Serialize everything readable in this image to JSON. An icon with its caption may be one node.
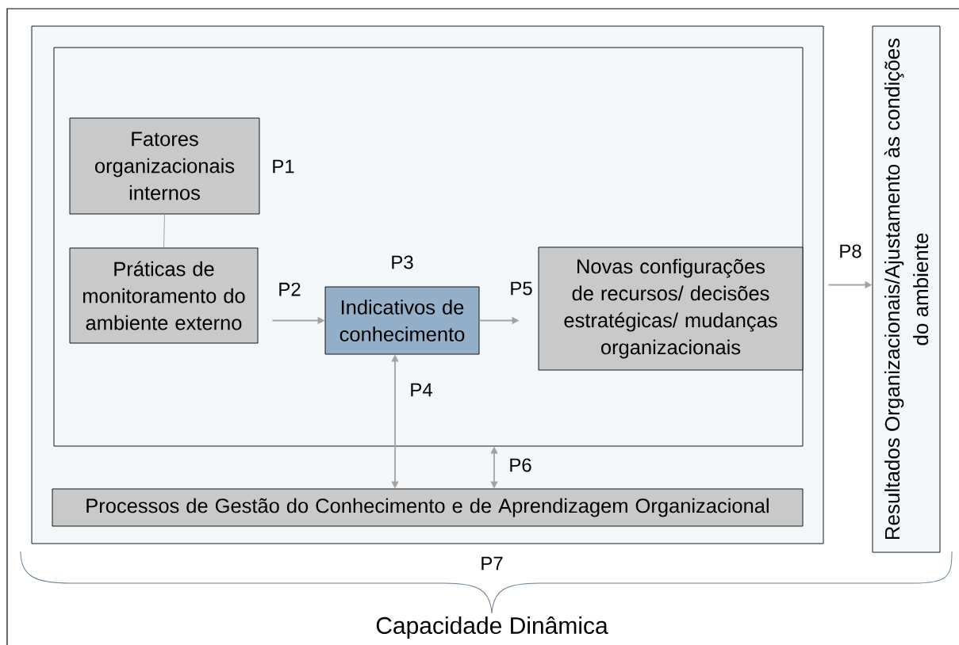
{
  "diagram": {
    "nodes": [
      {
        "text": [],
        "shape": "box"
      },
      {
        "text": [],
        "shape": "box",
        "in": 0
      },
      {
        "text": [
          "Fatores organizacionais internos"
        ],
        "in": 1
      },
      {
        "text": [
          "Práticas de monitoramento do ambiente externo"
        ],
        "in": 1
      },
      {
        "text": [
          "Indicativos de conhecimento"
        ],
        "in": 1
      },
      {
        "text": [
          "Novas configurações de recursos/ decisões estratégicas/ mudanças organizacionais"
        ],
        "in": 1
      },
      {
        "text": [
          "Processos de Gestão do Conhecimento e de Aprendizagem Organizacional"
        ],
        "in": 0
      },
      {
        "text": [
          "Resultados Organizacionais/Ajustamento às condições do ambiente"
        ]
      }
    ],
    "edges": [
      {
        "from": 2,
        "to": 3,
        "arrow": "none"
      },
      {
        "from": 3,
        "to": 4,
        "arrow": "to",
        "label": "P2"
      },
      {
        "from": 4,
        "to": 5,
        "arrow": "to",
        "label": "P5"
      },
      {
        "from": 4,
        "to": 6,
        "arrow": "both",
        "label": "P4"
      },
      {
        "from": 1,
        "to": 6,
        "arrow": "both",
        "label": "P6"
      },
      {
        "from": 0,
        "to": 7,
        "arrow": "to",
        "label": "P8"
      }
    ],
    "labels": [
      "P1",
      "P3",
      "P7",
      "Capacidade Dinâmica"
    ]
  }
}
